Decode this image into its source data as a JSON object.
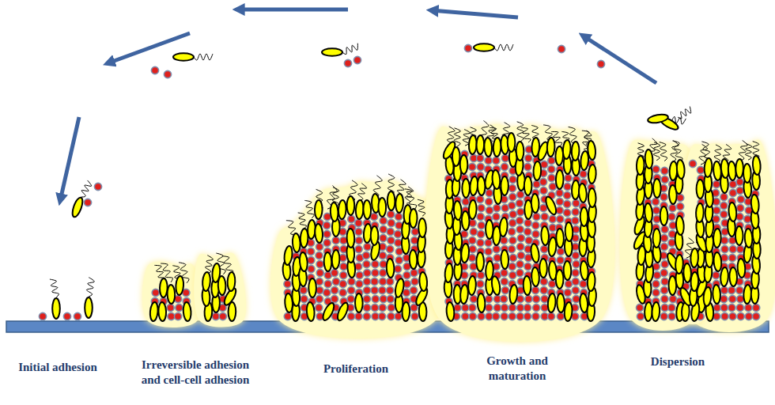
{
  "diagram": {
    "labels": [
      "Initial adhesion",
      "Irreversible adhesion and cell-cell adhesion",
      "Proliferation",
      "Growth and maturation",
      "Dispersion"
    ]
  }
}
